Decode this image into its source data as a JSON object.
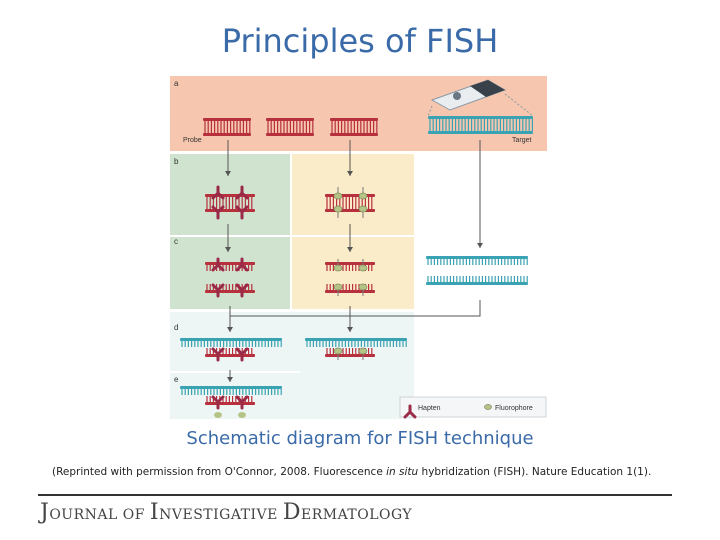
{
  "title": "Principles of FISH",
  "figure": {
    "panel_labels": [
      "a",
      "b",
      "c",
      "d",
      "e"
    ],
    "probe_label": "Probe",
    "target_label": "Target",
    "legend": {
      "hapten": "Hapten",
      "fluorophore": "Fluorophore"
    },
    "colors": {
      "probe_strand": "#b6303d",
      "target_strand": "#3aa3b3",
      "panel_a_bg": "#f6c7ae",
      "indirect_bg": "#cfe3cf",
      "direct_bg": "#fbecc9",
      "hapten": "#9a2a48",
      "fluorophore": "#b4c486"
    }
  },
  "caption": "Schematic diagram for FISH technique",
  "citation": {
    "before": "(Reprinted with permission from O'Connor, 2008. Fluorescence ",
    "italic": "in situ",
    "after": " hybridization (FISH). Nature Education 1(1)."
  },
  "footer": {
    "journal_parts": [
      "J",
      "OURNAL OF ",
      "I",
      "NVESTIGATIVE ",
      "D",
      "ERMATOLOGY"
    ]
  }
}
